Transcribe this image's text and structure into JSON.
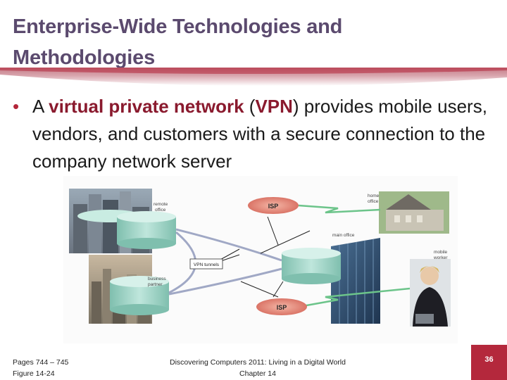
{
  "slide": {
    "title_line1": "Enterprise-Wide Technologies and",
    "title_line2": "Methodologies",
    "bullet_symbol": "•",
    "bullet": {
      "pre": "A ",
      "term": "virtual private network",
      "paren_open": " (",
      "abbr": "VPN",
      "rest": ") provides mobile users, vendors, and customers with a secure connection to the company network server"
    }
  },
  "figure": {
    "labels": {
      "remote_office": [
        "remote",
        "office"
      ],
      "home_office": [
        "home",
        "office"
      ],
      "main_office": "main office",
      "mobile_worker": [
        "mobile",
        "worker"
      ],
      "business_partner": [
        "business",
        "partner"
      ],
      "vpn_tunnels": "VPN tunnels",
      "isp_top": "ISP",
      "isp_bottom": "ISP"
    }
  },
  "footer": {
    "pages": "Pages 744 – 745",
    "figure": "Figure 14-24",
    "book_line1": "Discovering Computers 2011: Living in a Digital World",
    "book_line2": "Chapter 14",
    "page_number": "36"
  },
  "colors": {
    "title": "#5b4a6e",
    "accent": "#b4283c",
    "highlight": "#8a1a2e",
    "cylinder": "#9fd3c6",
    "isp_ellipse": "#d87060"
  }
}
